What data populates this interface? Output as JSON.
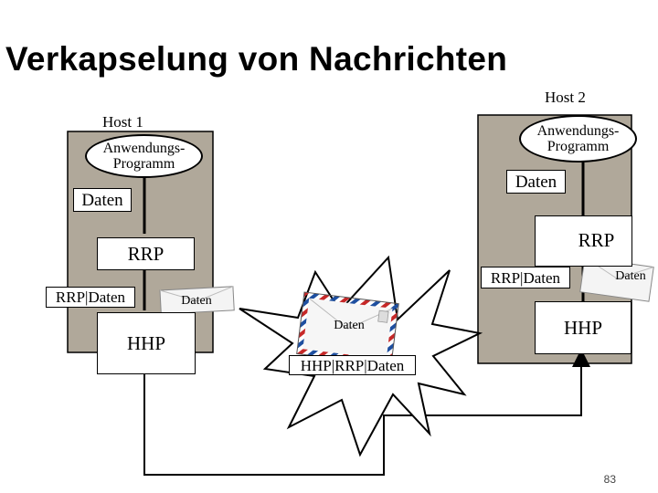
{
  "title": "Verkapselung von Nachrichten",
  "host1": {
    "label": "Host 1",
    "app_line1": "Anwendungs-",
    "app_line2": "Programm",
    "data_box": "Daten",
    "rrp_box": "RRP",
    "rrp_daten_box": "RRP|Daten",
    "envelope": "Daten",
    "hhp_box": "HHP"
  },
  "host2": {
    "label": "Host 2",
    "app_line1": "Anwendungs-",
    "app_line2": "Programm",
    "data_box": "Daten",
    "rrp_box": "RRP",
    "rrp_daten_box": "RRP|Daten",
    "envelope": "Daten",
    "hhp_box": "HHP"
  },
  "network": {
    "envelope": "Daten",
    "frame_label": "HHP|RRP|Daten"
  },
  "page_number": "83",
  "colors": {
    "host_fill": "#b0a89a",
    "envelope_stripe_red": "#c62828",
    "envelope_stripe_blue": "#1e4fa0"
  }
}
